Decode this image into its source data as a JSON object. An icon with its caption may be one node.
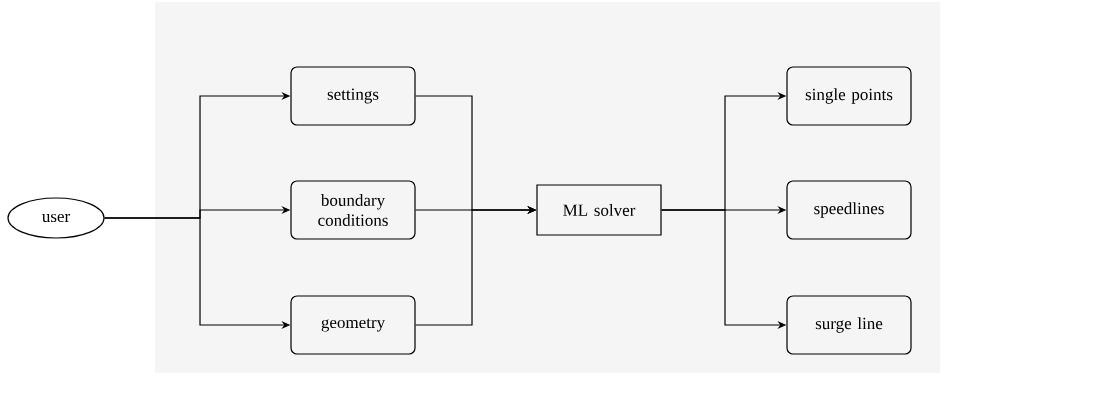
{
  "diagram": {
    "nodes": [
      {
        "text": [
          "user"
        ]
      },
      {
        "text": [
          "settings"
        ]
      },
      {
        "text": [
          "boundary conditions"
        ]
      },
      {
        "text": [
          "geometry"
        ]
      },
      {
        "text": [
          "ML solver"
        ]
      },
      {
        "text": [
          "single points"
        ]
      },
      {
        "text": [
          "speedlines"
        ]
      },
      {
        "text": [
          "surge line"
        ]
      }
    ],
    "edges": [
      {
        "from": 0,
        "to": 1,
        "arrow": "to"
      },
      {
        "from": 0,
        "to": 2,
        "arrow": "to"
      },
      {
        "from": 0,
        "to": 3,
        "arrow": "to"
      },
      {
        "from": 1,
        "to": 4,
        "arrow": "to"
      },
      {
        "from": 2,
        "to": 4,
        "arrow": "to"
      },
      {
        "from": 3,
        "to": 4,
        "arrow": "to"
      },
      {
        "from": 4,
        "to": 5,
        "arrow": "to"
      },
      {
        "from": 4,
        "to": 6,
        "arrow": "to"
      },
      {
        "from": 4,
        "to": 7,
        "arrow": "to"
      }
    ]
  }
}
